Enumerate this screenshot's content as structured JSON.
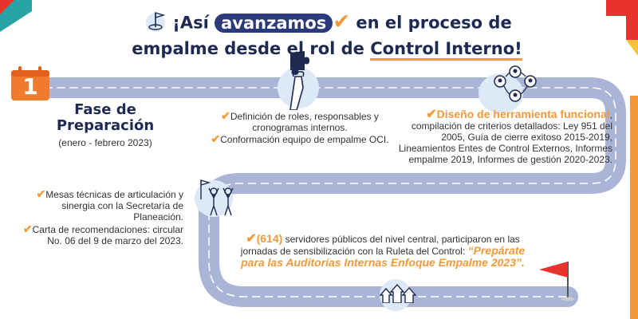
{
  "header": {
    "title_part1": "¡Así ",
    "title_highlight": "avanzamos",
    "title_part2": " en el proceso de",
    "title_line2_part1": "empalme desde el rol de ",
    "title_line2_underlined": "Control Interno!"
  },
  "phase": {
    "number": "1",
    "title": "Fase de Preparación",
    "dates": "(enero - febrero 2023)"
  },
  "steps": {
    "roles_line1": "Definición de roles, responsables y",
    "roles_line2": "cronogramas internos.",
    "team": "Conformación equipo de empalme OCI.",
    "tool_highlight": "Diseño de herramienta funcional",
    "tool_rest": ", compilación de criterios detallados: Ley 951 del 2005, Guía de cierre exitoso 2015-2019, Lineamientos Entes de Control Externos, Informes empalme 2019, Informes de gestión 2020-2023.",
    "mesas": "Mesas técnicas de articulación y sinergia con la Secretaría de Planeación.",
    "carta": "Carta de recomendaciones: circular No. 06 del 9 de marzo del 2023.",
    "servidores_count": "(614)",
    "servidores_text": " servidores públicos del nivel central, participaron en las jornadas de sensibilización con la Ruleta del Control: ",
    "servidores_quote": "“Prepárate para las Auditorías Internas Enfoque Empalme 2023”."
  },
  "colors": {
    "navy": "#1e2a52",
    "orange": "#f29a38",
    "road": "#a9b4d6",
    "calendar": "#f07b2c",
    "flag": "#e8322e"
  },
  "icons": [
    "target-flag-icon",
    "check-icon",
    "calendar-icon",
    "puzzle-hand-icon",
    "team-network-icon",
    "people-raising-hands-icon",
    "growth-arrows-icon",
    "finish-flag-icon"
  ]
}
